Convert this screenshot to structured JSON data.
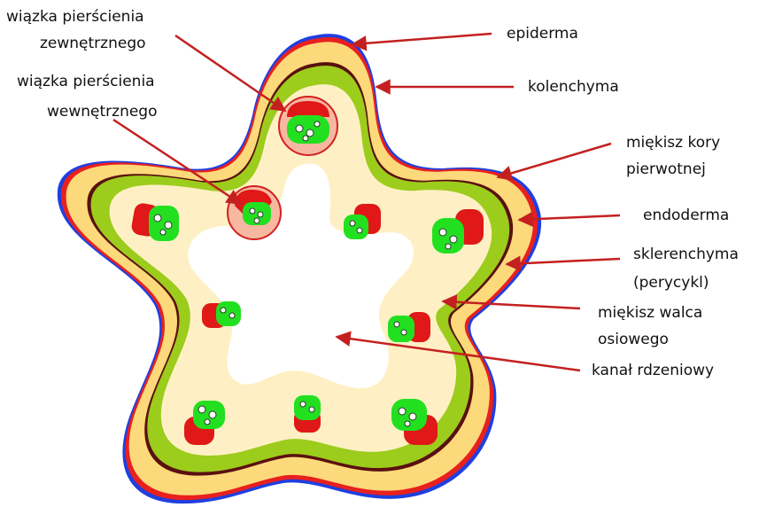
{
  "labels": {
    "outer_bundle_line1": "wiązka pierścienia",
    "outer_bundle_line2": "zewnętrznego",
    "inner_bundle_line1": "wiązka pierścienia",
    "inner_bundle_line2": "wewnętrznego",
    "epiderma": "epiderma",
    "kolenchyma": "kolenchyma",
    "cortex_line1": "miękisz kory",
    "cortex_line2": "pierwotnej",
    "endoderma": "endoderma",
    "sclerenchyma_line1": "sklerenchyma",
    "sclerenchyma_line2": "(perycykl)",
    "stele_line1": "miękisz walca",
    "stele_line2": "osiowego",
    "pith_canal": "kanał rdzeniowy"
  },
  "colors": {
    "epiderma": "#1f3fe0",
    "kolenchyma": "#e8201e",
    "cortex": "#fcd97a",
    "endoderma": "#5a1010",
    "sclerenchyma": "#9ccc1c",
    "stele_parenchyma": "#fef0c4",
    "pith": "#ffffff",
    "phloem": "#e01818",
    "xylem": "#22e020",
    "arrow": "#c42020"
  }
}
